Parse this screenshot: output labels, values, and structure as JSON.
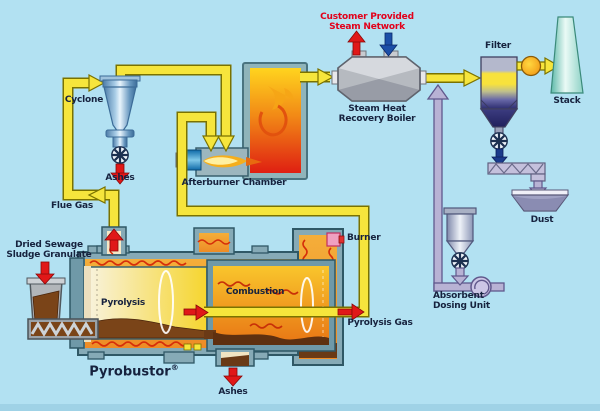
{
  "diagram": {
    "type": "process-flow-diagram",
    "subject": "Sewage sludge pyrolysis plant (Pyrobustor)",
    "labels": {
      "customer_steam_line1": "Customer Provided",
      "customer_steam_line2": "Steam Network",
      "boiler_line1": "Steam Heat",
      "boiler_line2": "Recovery Boiler",
      "filter": "Filter",
      "stack": "Stack",
      "dust": "Dust",
      "absorbent_line1": "Absorbent",
      "absorbent_line2": "Dosing Unit",
      "cyclone": "Cyclone",
      "ashes_cyclone": "Ashes",
      "flue_gas": "Flue Gas",
      "afterburner_chamber": "Afterburner Chamber",
      "feed_line1": "Dried Sewage",
      "feed_line2": "Sludge Granulate",
      "pyrolysis": "Pyrolysis",
      "combustion": "Combustion",
      "burner": "Burner",
      "pyrolysis_gas": "Pyrolysis Gas",
      "ashes_pyrobustor": "Ashes",
      "pyrobustor_name": "Pyrobustor",
      "pyrobustor_reg": "®"
    },
    "colors": {
      "background": "#b2e1f2",
      "pipe_yellow": "#f6e53c",
      "pipe_outline": "#7a7200",
      "hot_red_arrow": "#e01818",
      "steam_blue_arrow": "#1c4fa8",
      "absorbent_purple": "#b8b2d4",
      "steel_shell": "#86aab6",
      "flame_orange": "#f2a838",
      "flame_red": "#d62e0a",
      "label_text": "#16223e",
      "label_red": "#e2001a"
    }
  }
}
